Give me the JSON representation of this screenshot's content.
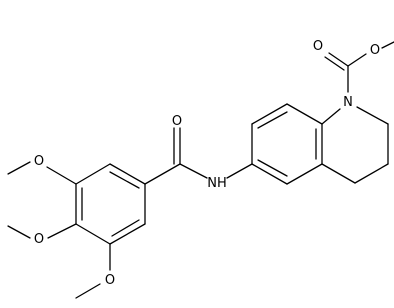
{
  "molecule": {
    "atoms": {
      "n_ring": "N",
      "o_carbonyl_top": "O",
      "o_ester": "O",
      "nh": "NH",
      "o_amide": "O",
      "o_meo_upper": "O",
      "o_meo_mid": "O",
      "o_meo_lower": "O"
    }
  }
}
